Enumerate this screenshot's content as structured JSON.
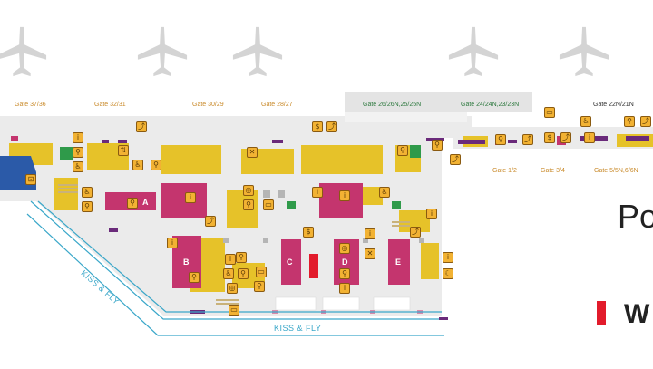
{
  "gates": {
    "g37_36": "Gate 37/36",
    "g32_31": "Gate 32/31",
    "g30_29": "Gate 30/29",
    "g28_27": "Gate 28/27",
    "g26": "Gate 26/26N,25/25N",
    "g24": "Gate 24/24N,23/23N",
    "g22": "Gate 22N/21N",
    "g1_2": "Gate 1/2",
    "g3_4": "Gate 3/4",
    "g5": "Gate 5/5N,6/6N"
  },
  "zones": {
    "a": "A",
    "b": "B",
    "c": "C",
    "d": "D",
    "e": "E"
  },
  "kiss_fly": {
    "diagonal": "KISS & FLY",
    "bottom": "KISS & FLY"
  },
  "legend": {
    "partial_title": "Po",
    "partial_item": "W"
  },
  "colors": {
    "airplane": "#d4d4d4",
    "yellow_area": "#e6c229",
    "magenta_area": "#c4356e",
    "purple_seats": "#6a2a7a",
    "green": "#2f9a4a",
    "blue": "#2b5aa8",
    "gray_floor": "#ebebeb",
    "icon_bg": "#f2b233",
    "accent_red": "#e21b2b",
    "kiss_line": "#3aa7c9",
    "gate_text": "#c98a2a"
  },
  "icons": [
    "toilet-icon",
    "wheelchair-icon",
    "baby-care-icon",
    "information-icon",
    "elevator-icon",
    "escalator-icon",
    "restaurant-icon",
    "prayer-room-icon",
    "smoking-icon",
    "atm-icon",
    "shop-icon",
    "luggage-icon"
  ]
}
